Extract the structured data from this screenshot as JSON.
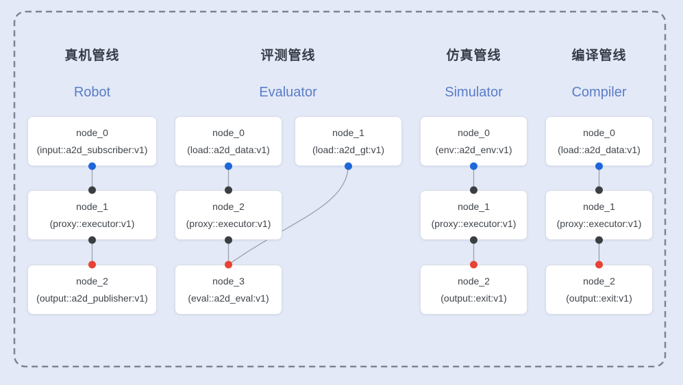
{
  "diagram_title": "pipeline-overview",
  "colors": {
    "background": "#e3e9f7",
    "dashed_border": "#7e848e",
    "edge_line": "#9aa0ac",
    "node_background": "#ffffff",
    "node_border": "#d9dde6",
    "node_text": "#3f444a",
    "pipeline_title_text": "#363c47",
    "pipeline_subtitle_text": "#5a7cc8",
    "port_output_blue": "#1e67da",
    "port_proxy_dark": "#3c3f42",
    "port_input_red": "#e84334"
  },
  "pipelines": [
    {
      "title": "真机管线",
      "subtitle": "Robot",
      "nodes": [
        {
          "name": "node_0",
          "detail": "(input::a2d_subscriber:v1)"
        },
        {
          "name": "node_1",
          "detail": "(proxy::executor:v1)"
        },
        {
          "name": "node_2",
          "detail": "(output::a2d_publisher:v1)"
        }
      ]
    },
    {
      "title": "评测管线",
      "subtitle": "Evaluator",
      "nodes": [
        {
          "name": "node_0",
          "detail": "(load::a2d_data:v1)"
        },
        {
          "name": "node_1",
          "detail": "(load::a2d_gt:v1)"
        },
        {
          "name": "node_2",
          "detail": "(proxy::executor:v1)"
        },
        {
          "name": "node_3",
          "detail": "(eval::a2d_eval:v1)"
        }
      ]
    },
    {
      "title": "仿真管线",
      "subtitle": "Simulator",
      "nodes": [
        {
          "name": "node_0",
          "detail": "(env::a2d_env:v1)"
        },
        {
          "name": "node_1",
          "detail": "(proxy::executor:v1)"
        },
        {
          "name": "node_2",
          "detail": "(output::exit:v1)"
        }
      ]
    },
    {
      "title": "编译管线",
      "subtitle": "Compiler",
      "nodes": [
        {
          "name": "node_0",
          "detail": "(load::a2d_data:v1)"
        },
        {
          "name": "node_1",
          "detail": "(proxy::executor:v1)"
        },
        {
          "name": "node_2",
          "detail": "(output::exit:v1)"
        }
      ]
    }
  ]
}
